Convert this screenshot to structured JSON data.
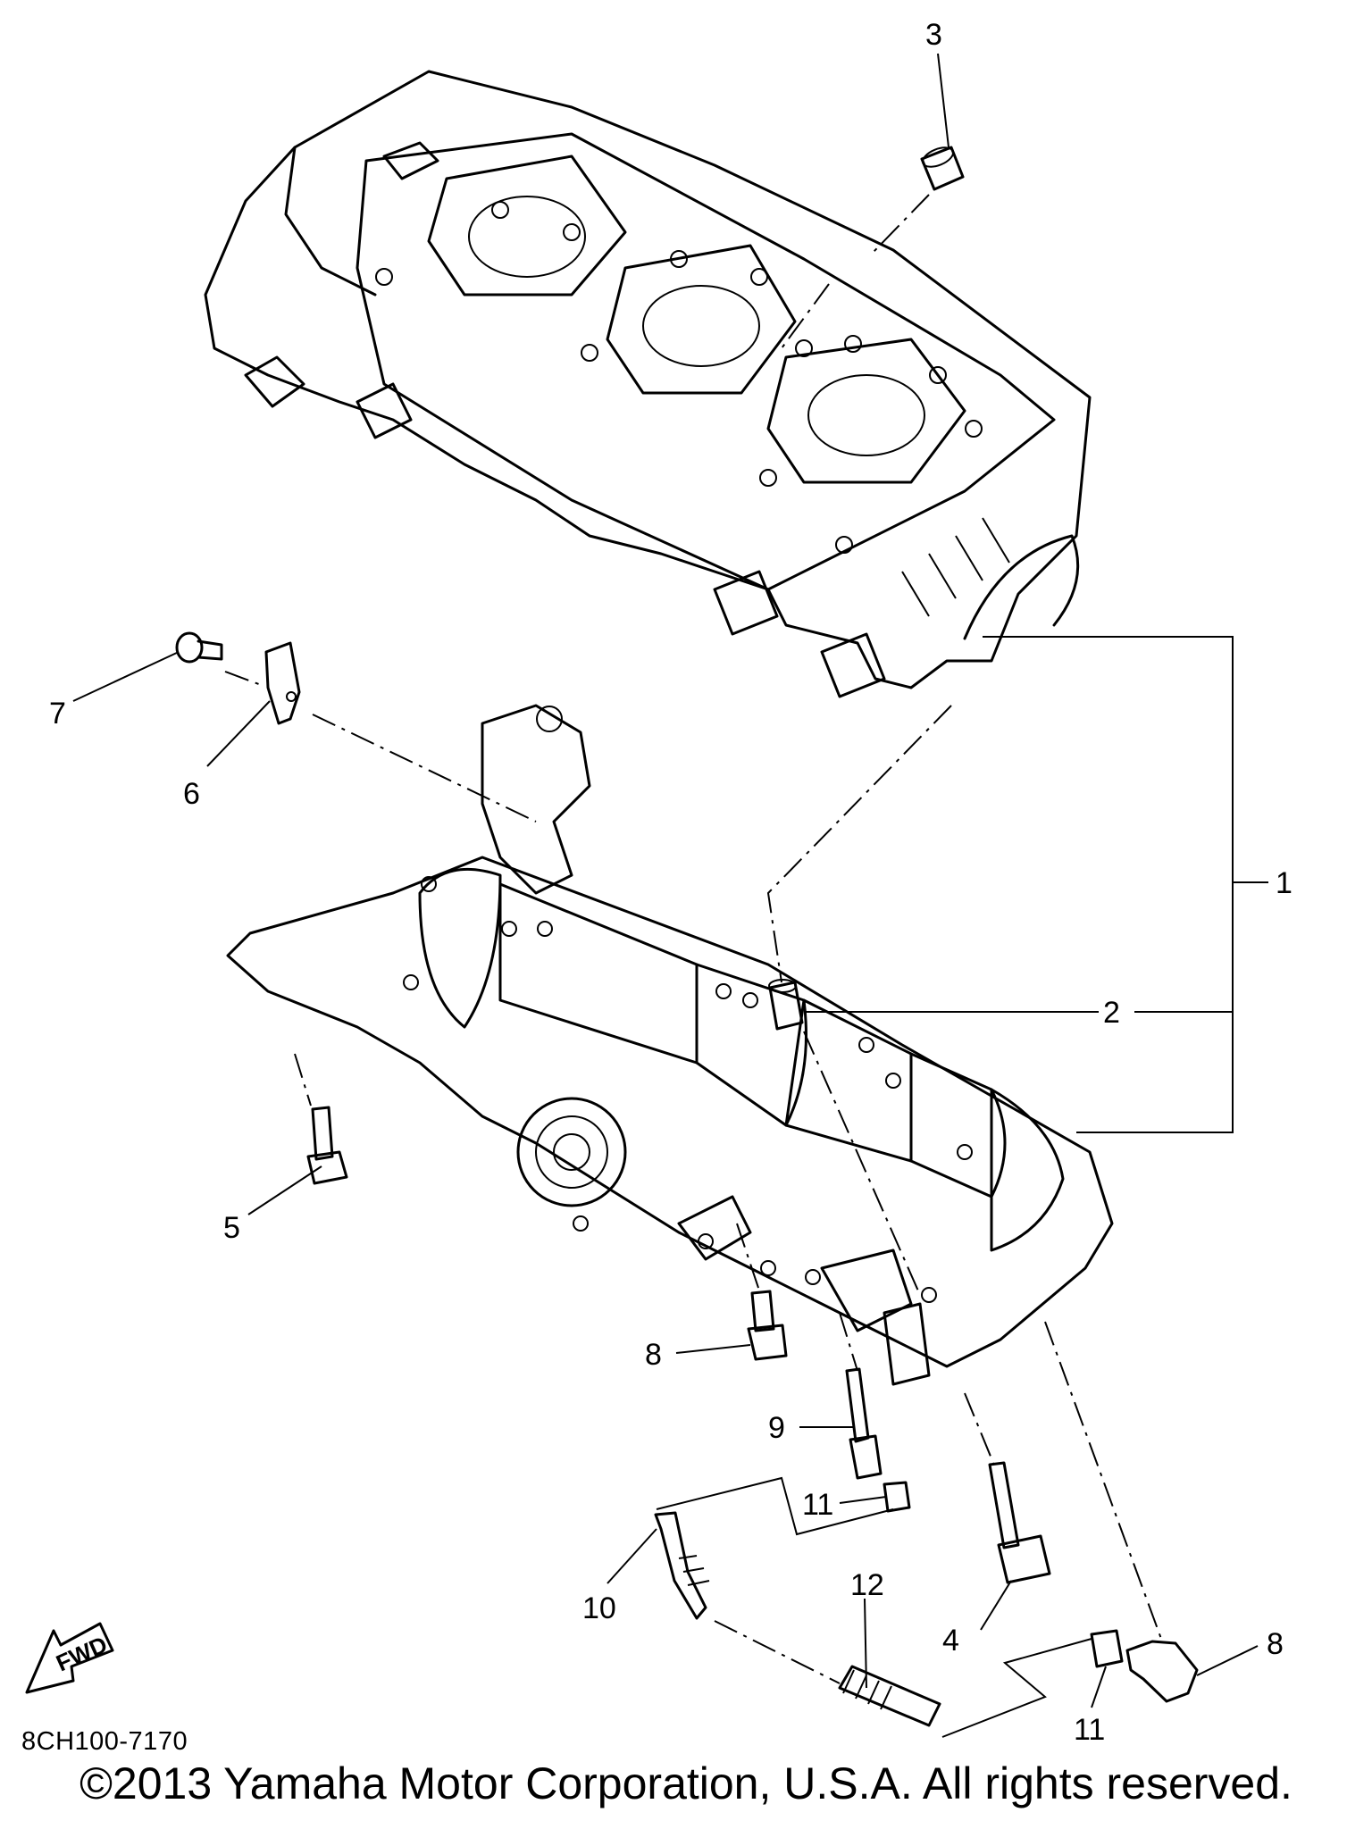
{
  "callouts": [
    {
      "id": "1",
      "label": "1"
    },
    {
      "id": "2",
      "label": "2"
    },
    {
      "id": "3",
      "label": "3"
    },
    {
      "id": "4",
      "label": "4"
    },
    {
      "id": "5",
      "label": "5"
    },
    {
      "id": "6",
      "label": "6"
    },
    {
      "id": "7",
      "label": "7"
    },
    {
      "id": "8a",
      "label": "8"
    },
    {
      "id": "8b",
      "label": "8"
    },
    {
      "id": "9",
      "label": "9"
    },
    {
      "id": "10",
      "label": "10"
    },
    {
      "id": "11a",
      "label": "11"
    },
    {
      "id": "11b",
      "label": "11"
    },
    {
      "id": "12",
      "label": "12"
    }
  ],
  "fwd_label": "FWD",
  "diagram_code": "8CH100-7170",
  "copyright": "©2013 Yamaha Motor Corporation, U.S.A. All rights reserved."
}
